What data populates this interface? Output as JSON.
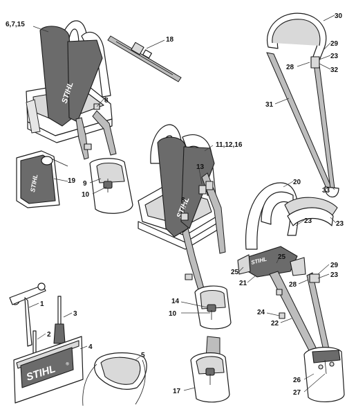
{
  "brand": "STIHL",
  "registered": "®",
  "callouts": [
    {
      "id": "c-6-7-15",
      "text": "6,7,15"
    },
    {
      "id": "c-18",
      "text": "18"
    },
    {
      "id": "c-8a",
      "text": "8"
    },
    {
      "id": "c-19",
      "text": "19"
    },
    {
      "id": "c-9",
      "text": "9"
    },
    {
      "id": "c-10a",
      "text": "10"
    },
    {
      "id": "c-11-12-16",
      "text": "11,12,16"
    },
    {
      "id": "c-13",
      "text": "13"
    },
    {
      "id": "c-8b",
      "text": "8"
    },
    {
      "id": "c-14",
      "text": "14"
    },
    {
      "id": "c-10b",
      "text": "10"
    },
    {
      "id": "c-30",
      "text": "30"
    },
    {
      "id": "c-29a",
      "text": "29"
    },
    {
      "id": "c-23a",
      "text": "23"
    },
    {
      "id": "c-28a",
      "text": "28"
    },
    {
      "id": "c-32",
      "text": "32"
    },
    {
      "id": "c-31",
      "text": "31"
    },
    {
      "id": "c-33",
      "text": "33"
    },
    {
      "id": "c-20",
      "text": "20"
    },
    {
      "id": "c-23b",
      "text": "23"
    },
    {
      "id": "c-23c",
      "text": "23"
    },
    {
      "id": "c-25a",
      "text": "25"
    },
    {
      "id": "c-25b",
      "text": "25"
    },
    {
      "id": "c-21",
      "text": "21"
    },
    {
      "id": "c-29b",
      "text": "29"
    },
    {
      "id": "c-23d",
      "text": "23"
    },
    {
      "id": "c-28b",
      "text": "28"
    },
    {
      "id": "c-24",
      "text": "24"
    },
    {
      "id": "c-22",
      "text": "22"
    },
    {
      "id": "c-26",
      "text": "26"
    },
    {
      "id": "c-27",
      "text": "27"
    },
    {
      "id": "c-1",
      "text": "1"
    },
    {
      "id": "c-3",
      "text": "3"
    },
    {
      "id": "c-2",
      "text": "2"
    },
    {
      "id": "c-4",
      "text": "4"
    },
    {
      "id": "c-5",
      "text": "5"
    },
    {
      "id": "c-17",
      "text": "17"
    }
  ]
}
